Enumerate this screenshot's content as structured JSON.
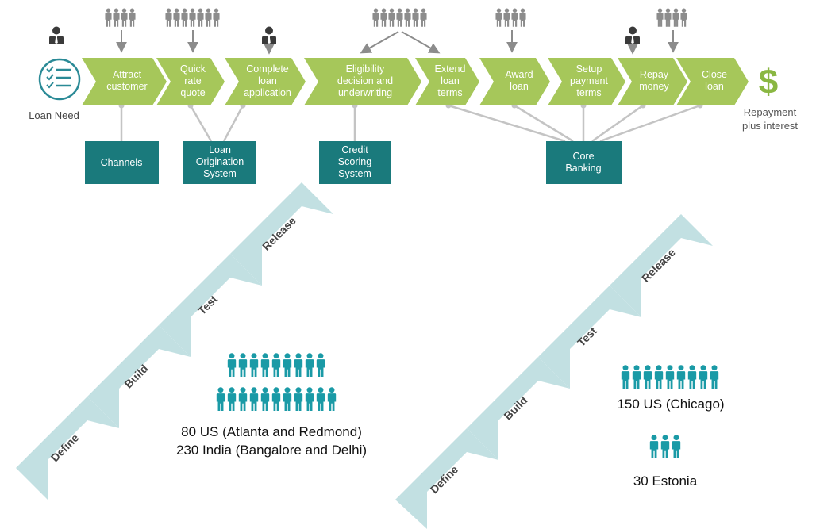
{
  "top_flow": {
    "start_label": "Loan Need",
    "steps": [
      {
        "lines": [
          "Attract",
          "customer"
        ]
      },
      {
        "lines": [
          "Quick",
          "rate",
          "quote"
        ]
      },
      {
        "lines": [
          "Complete",
          "loan",
          "application"
        ]
      },
      {
        "lines": [
          "Eligibility",
          "decision and",
          "underwriting"
        ]
      },
      {
        "lines": [
          "Extend",
          "loan",
          "terms"
        ]
      },
      {
        "lines": [
          "Award",
          "loan"
        ]
      },
      {
        "lines": [
          "Setup",
          "payment",
          "terms"
        ]
      },
      {
        "lines": [
          "Repay",
          "money"
        ]
      },
      {
        "lines": [
          "Close",
          "loan"
        ]
      }
    ],
    "end_symbol": "$",
    "end_label_lines": [
      "Repayment",
      "plus interest"
    ],
    "systems": [
      {
        "lines": [
          "Channels"
        ]
      },
      {
        "lines": [
          "Loan",
          "Origination",
          "System"
        ]
      },
      {
        "lines": [
          "Credit",
          "Scoring",
          "System"
        ]
      },
      {
        "lines": [
          "Core",
          "Banking"
        ]
      }
    ],
    "colors": {
      "step_fill": "#a6c75a",
      "system_fill": "#1a7a7c",
      "connector": "#c4c4c4",
      "people_gray": "#8c8c8c",
      "person_dark": "#3a3a3a",
      "dollar": "#8ab742",
      "icon_teal": "#2a8a96"
    }
  },
  "left_team": {
    "phases": [
      "Define",
      "Build",
      "Test",
      "Release"
    ],
    "lines": [
      "80 US (Atlanta and Redmond)",
      "230 India (Bangalore and Delhi)"
    ]
  },
  "right_team": {
    "phases": [
      "Define",
      "Build",
      "Test",
      "Release"
    ],
    "line1": "150 US (Chicago)",
    "line2": "30 Estonia"
  },
  "phase_fill": "#c2e0e2",
  "team_people_color": "#1a9aa6"
}
